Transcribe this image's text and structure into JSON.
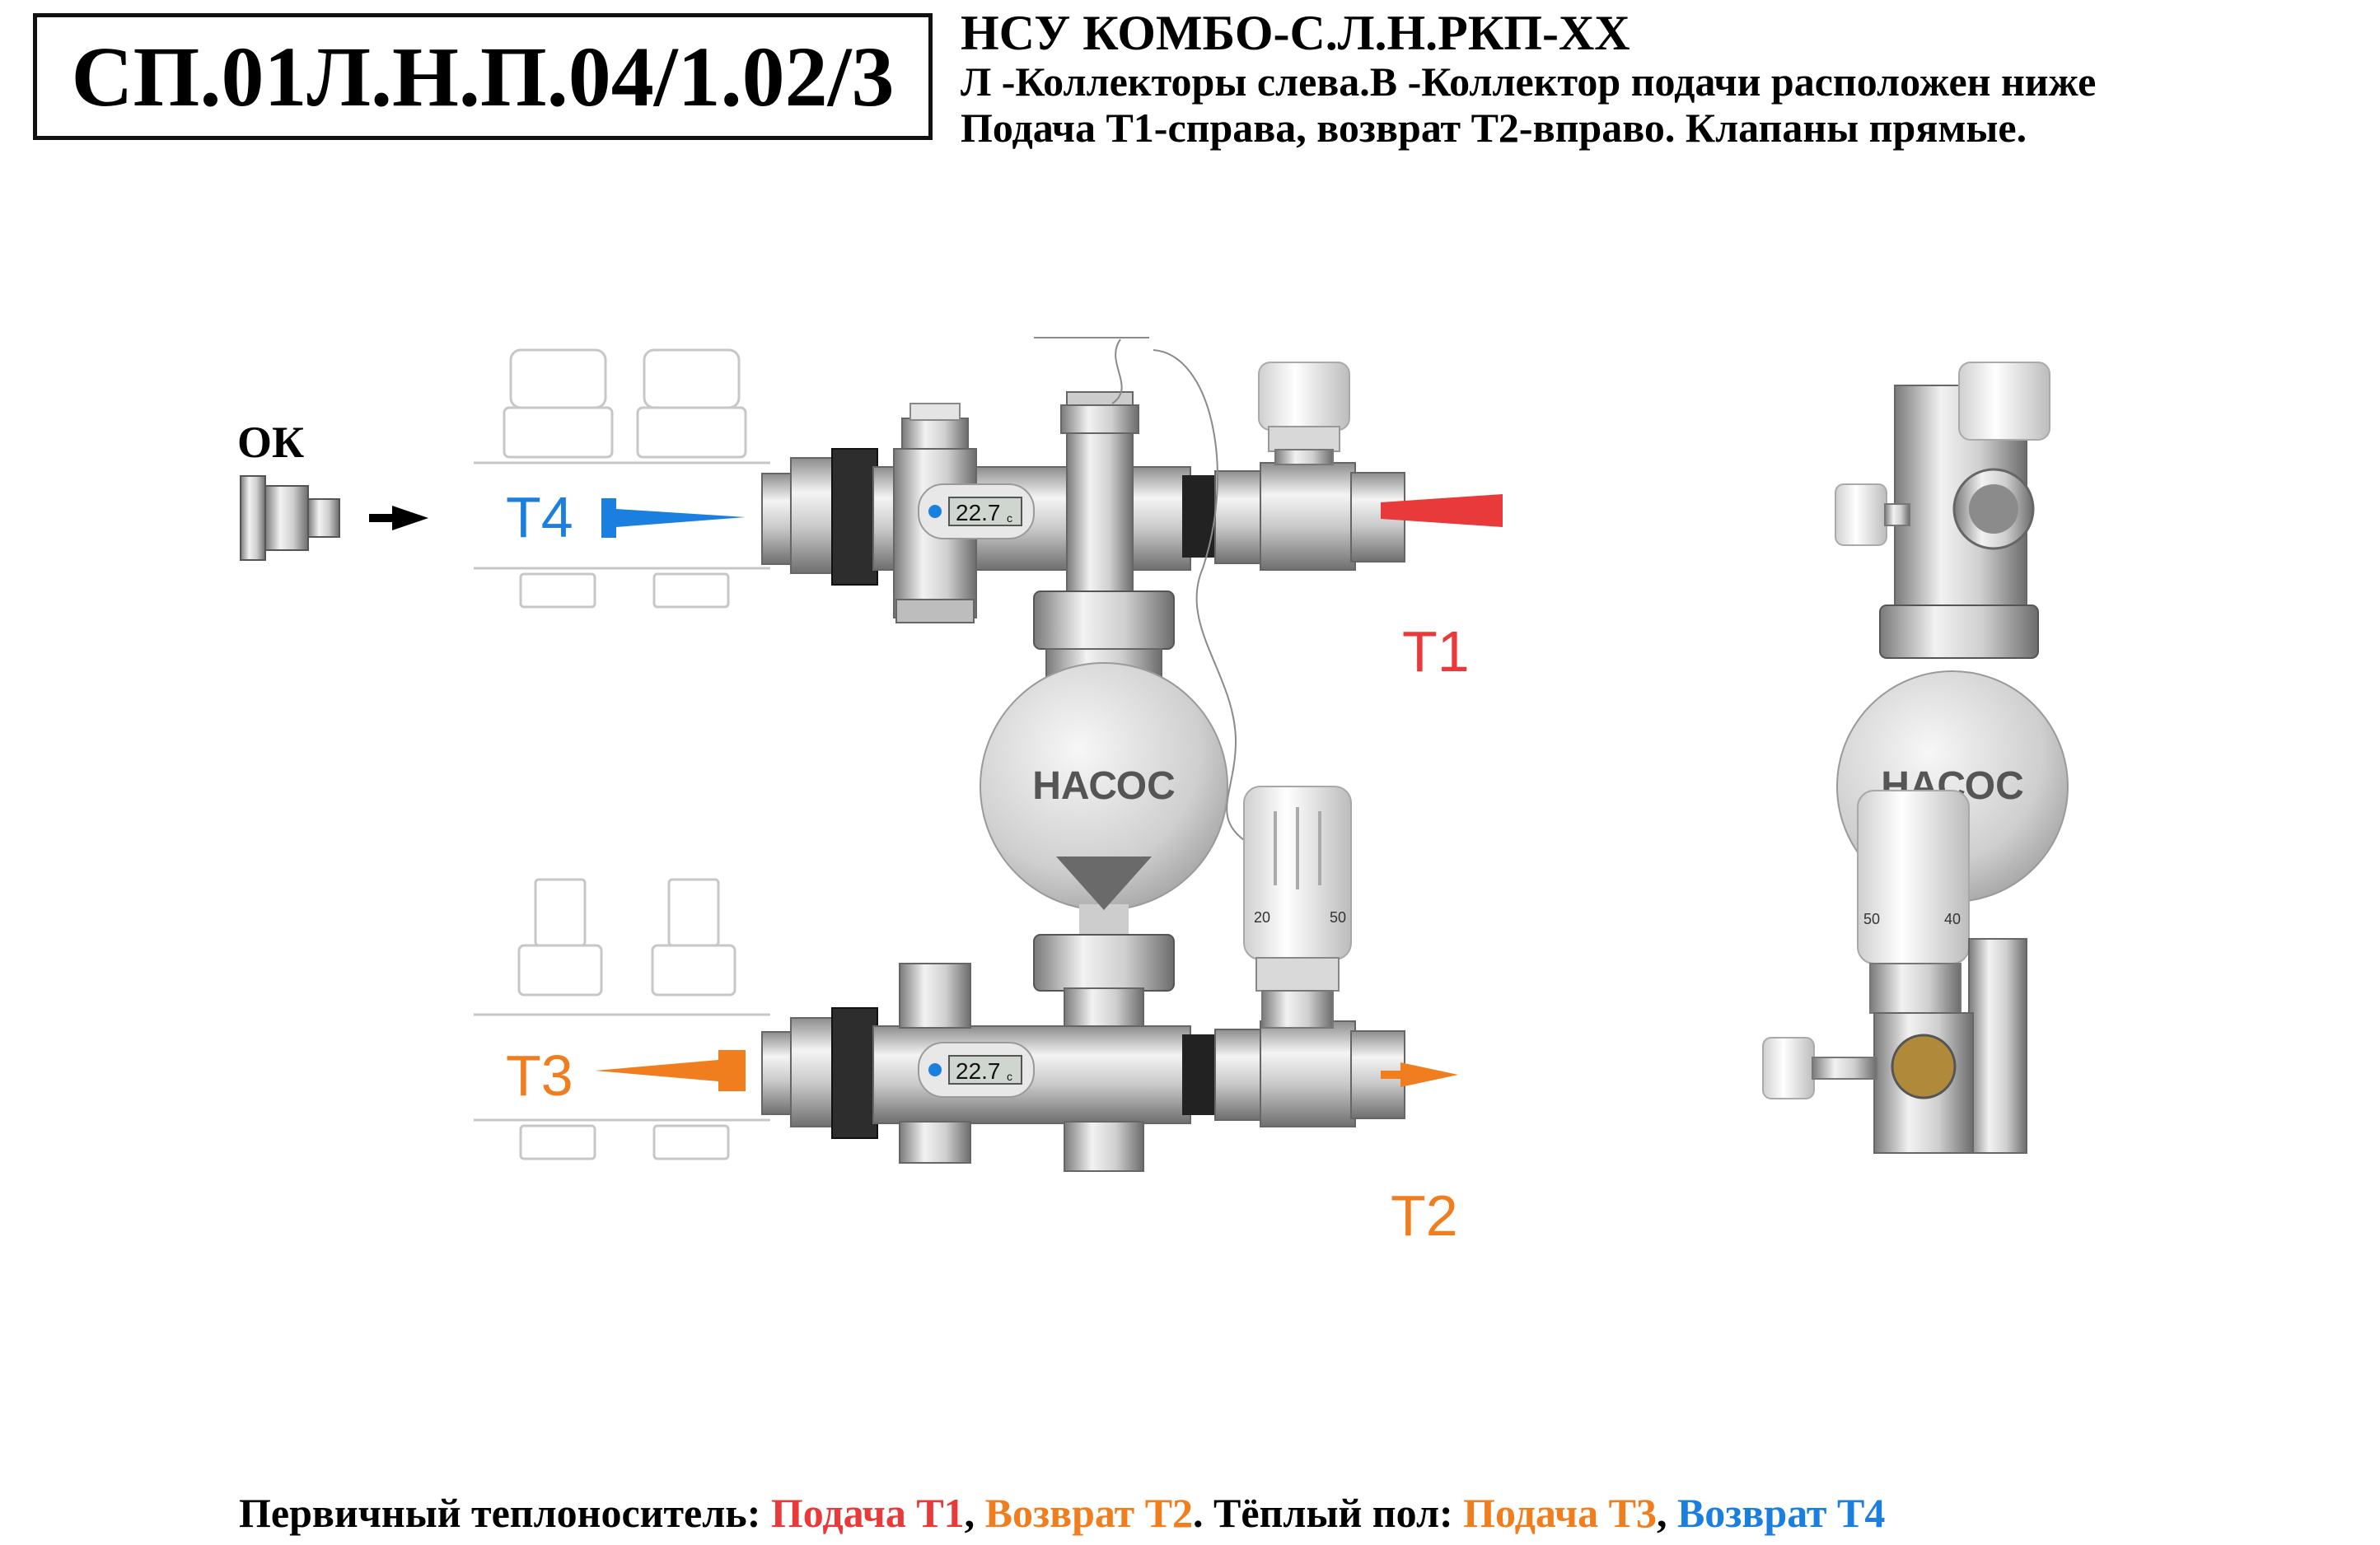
{
  "header": {
    "code": "СП.01Л.Н.П.04/1.02/3",
    "title": "НСУ КОМБО-С.Л.Н.РКП-XX",
    "line1": "Л -Коллекторы слева.В -Коллектор подачи расположен ниже",
    "line2": "Подача Т1-справа, возврат Т2-вправо. Клапаны прямые."
  },
  "diagram": {
    "ok_label": "ОК",
    "ports": {
      "t1": "T1",
      "t2": "T2",
      "t3": "T3",
      "t4": "T4"
    },
    "pump_label": "НАСОС",
    "thermometer_reading": "22.7",
    "thermometer_unit": "c",
    "valve_scale": [
      "20",
      "50"
    ],
    "side_valve_scale": [
      "50",
      "40"
    ]
  },
  "footer": {
    "prefix": "Первичный теплоноситель: ",
    "supply_t1": "Подача Т1",
    "sep1": ", ",
    "return_t2": "Возврат Т2",
    "mid": ". Тёплый пол: ",
    "supply_t3": "Подача Т3",
    "sep2": ", ",
    "return_t4": "Возврат Т4"
  },
  "colors": {
    "t1": "#e83a3a",
    "t2": "#f07d1e",
    "t3": "#f07d1e",
    "t4": "#1b7fe0",
    "metal": "#c9c9c9",
    "outline": "#bdbdbd"
  }
}
